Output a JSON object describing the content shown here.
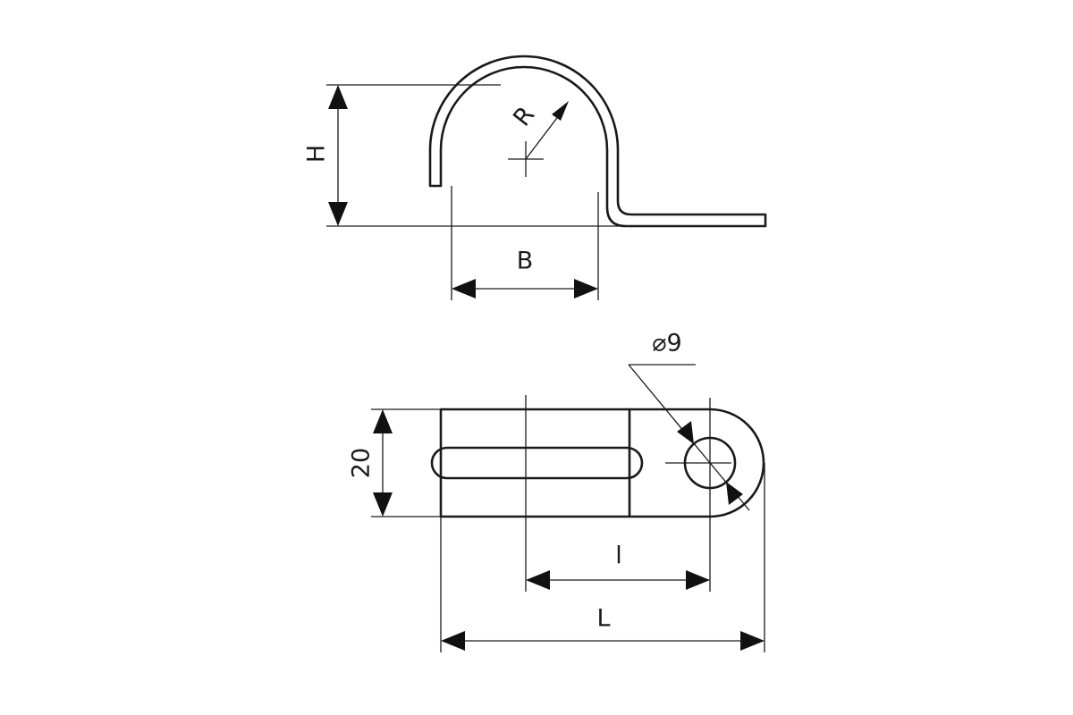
{
  "labels": {
    "height": "H",
    "radius": "R",
    "width": "B",
    "hole_diameter": "⌀9",
    "strip_width": "20",
    "hole_distance": "l",
    "total_length": "L"
  },
  "colors": {
    "line": "#1a1a1a",
    "background": "#ffffff"
  }
}
